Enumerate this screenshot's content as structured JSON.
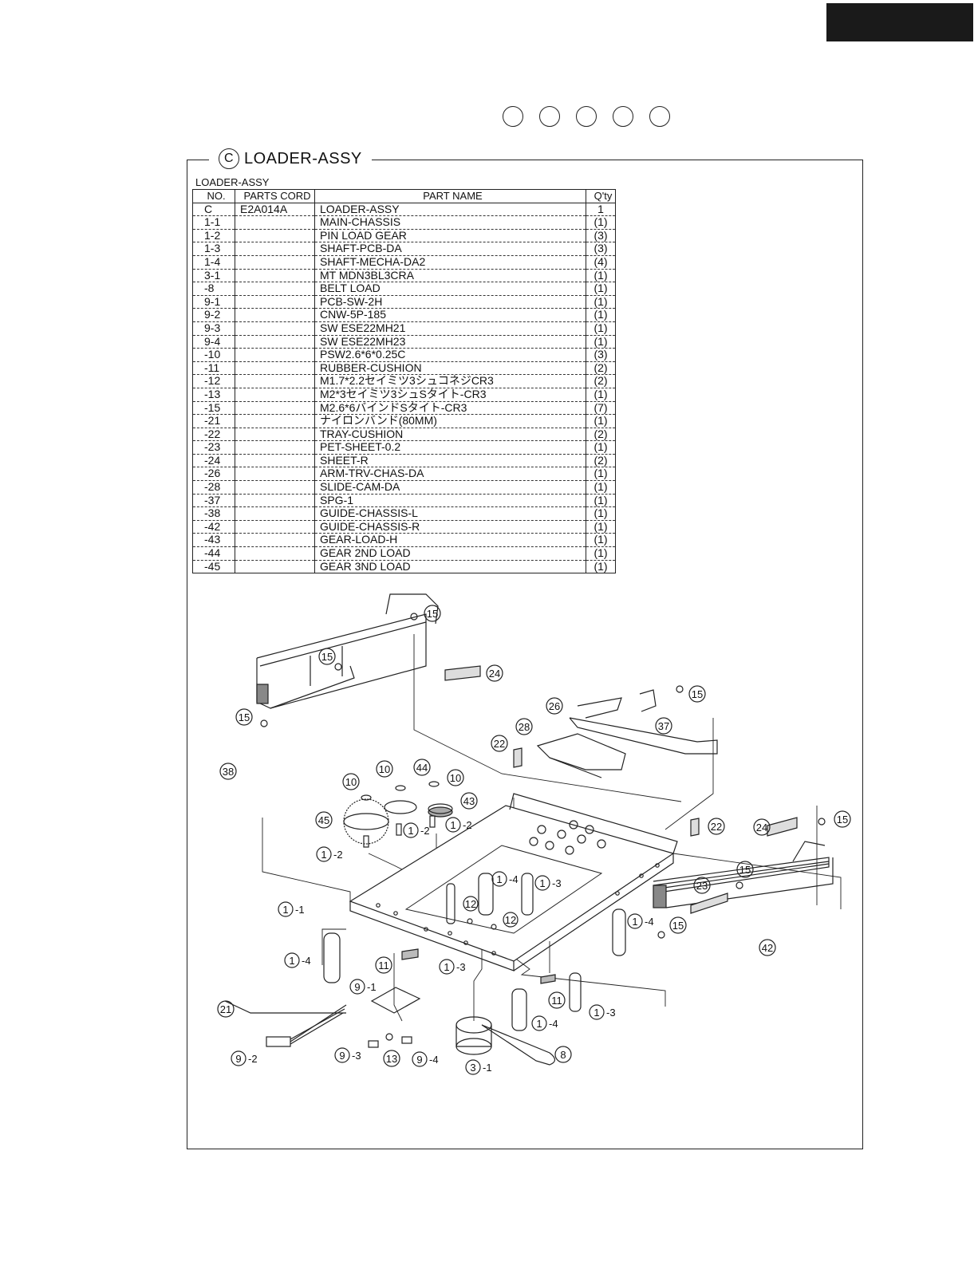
{
  "frame_title": {
    "symbol": "C",
    "text": "LOADER-ASSY"
  },
  "table": {
    "caption": "LOADER-ASSY",
    "headers": [
      "NO.",
      "PARTS CORD",
      "PART NAME",
      "Q'ty"
    ],
    "rows": [
      {
        "no": "C",
        "code": "E2A014A",
        "name": "LOADER-ASSY",
        "qty": "1"
      },
      {
        "no": "1-1",
        "code": "",
        "name": "MAIN-CHASSIS",
        "qty": "(1)"
      },
      {
        "no": "1-2",
        "code": "",
        "name": "PIN LOAD GEAR",
        "qty": "(3)"
      },
      {
        "no": "1-3",
        "code": "",
        "name": "SHAFT-PCB-DA",
        "qty": "(3)"
      },
      {
        "no": "1-4",
        "code": "",
        "name": "SHAFT-MECHA-DA2",
        "qty": "(4)"
      },
      {
        "no": "3-1",
        "code": "",
        "name": "MT MDN3BL3CRA",
        "qty": "(1)"
      },
      {
        "no": "-8",
        "code": "",
        "name": "BELT LOAD",
        "qty": "(1)"
      },
      {
        "no": "9-1",
        "code": "",
        "name": "PCB-SW-2H",
        "qty": "(1)"
      },
      {
        "no": "9-2",
        "code": "",
        "name": "CNW-5P-185",
        "qty": "(1)"
      },
      {
        "no": "9-3",
        "code": "",
        "name": "SW ESE22MH21",
        "qty": "(1)"
      },
      {
        "no": "9-4",
        "code": "",
        "name": "SW ESE22MH23",
        "qty": "(1)"
      },
      {
        "no": "-10",
        "code": "",
        "name": "PSW2.6*6*0.25C",
        "qty": "(3)"
      },
      {
        "no": "-11",
        "code": "",
        "name": "RUBBER-CUSHION",
        "qty": "(2)"
      },
      {
        "no": "-12",
        "code": "",
        "name": "M1.7*2.2セイミツ3シュコネジCR3",
        "qty": "(2)"
      },
      {
        "no": "-13",
        "code": "",
        "name": "M2*3セイミツ3シュSタイト-CR3",
        "qty": "(1)"
      },
      {
        "no": "-15",
        "code": "",
        "name": "M2.6*6バインドSタイト-CR3",
        "qty": "(7)"
      },
      {
        "no": "-21",
        "code": "",
        "name": "ナイロンバンド(80MM)",
        "qty": "(1)"
      },
      {
        "no": "-22",
        "code": "",
        "name": "TRAY-CUSHION",
        "qty": "(2)"
      },
      {
        "no": "-23",
        "code": "",
        "name": "PET-SHEET-0.2",
        "qty": "(1)"
      },
      {
        "no": "-24",
        "code": "",
        "name": "SHEET-R",
        "qty": "(2)"
      },
      {
        "no": "-26",
        "code": "",
        "name": "ARM-TRV-CHAS-DA",
        "qty": "(1)"
      },
      {
        "no": "-28",
        "code": "",
        "name": "SLIDE-CAM-DA",
        "qty": "(1)"
      },
      {
        "no": "-37",
        "code": "",
        "name": "SPG-1",
        "qty": "(1)"
      },
      {
        "no": "-38",
        "code": "",
        "name": "GUIDE-CHASSIS-L",
        "qty": "(1)"
      },
      {
        "no": "-42",
        "code": "",
        "name": "GUIDE-CHASSIS-R",
        "qty": "(1)"
      },
      {
        "no": "-43",
        "code": "",
        "name": "GEAR-LOAD-H",
        "qty": "(1)"
      },
      {
        "no": "-44",
        "code": "",
        "name": "GEAR 2ND LOAD",
        "qty": "(1)"
      },
      {
        "no": "-45",
        "code": "",
        "name": "GEAR 3ND LOAD",
        "qty": "(1)"
      }
    ]
  },
  "callouts": {
    "c15": "15",
    "c24": "24",
    "c26": "26",
    "c28": "28",
    "c22": "22",
    "c37": "37",
    "c38": "38",
    "c10": "10",
    "c44": "44",
    "c43": "43",
    "c45": "45",
    "c12": "12",
    "c11": "11",
    "c23": "23",
    "c42": "42",
    "c21": "21",
    "c13": "13",
    "c8": "8",
    "c1": "1",
    "c3": "3",
    "c9": "9",
    "s1": "-1",
    "s2": "-2",
    "s3": "-3",
    "s4": "-4"
  }
}
